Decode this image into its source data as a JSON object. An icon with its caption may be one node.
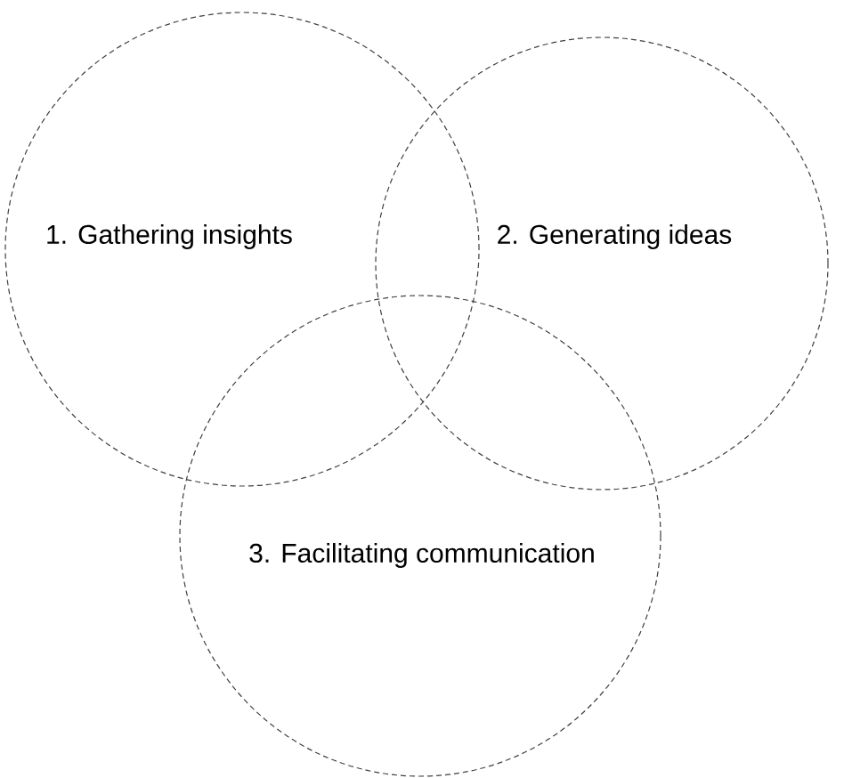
{
  "diagram": {
    "nodes": [
      {
        "text": [
          "1. Gathering insights"
        ]
      },
      {
        "text": [
          "2. Generating ideas"
        ]
      },
      {
        "text": [
          "3. Facilitating communication"
        ]
      }
    ]
  }
}
